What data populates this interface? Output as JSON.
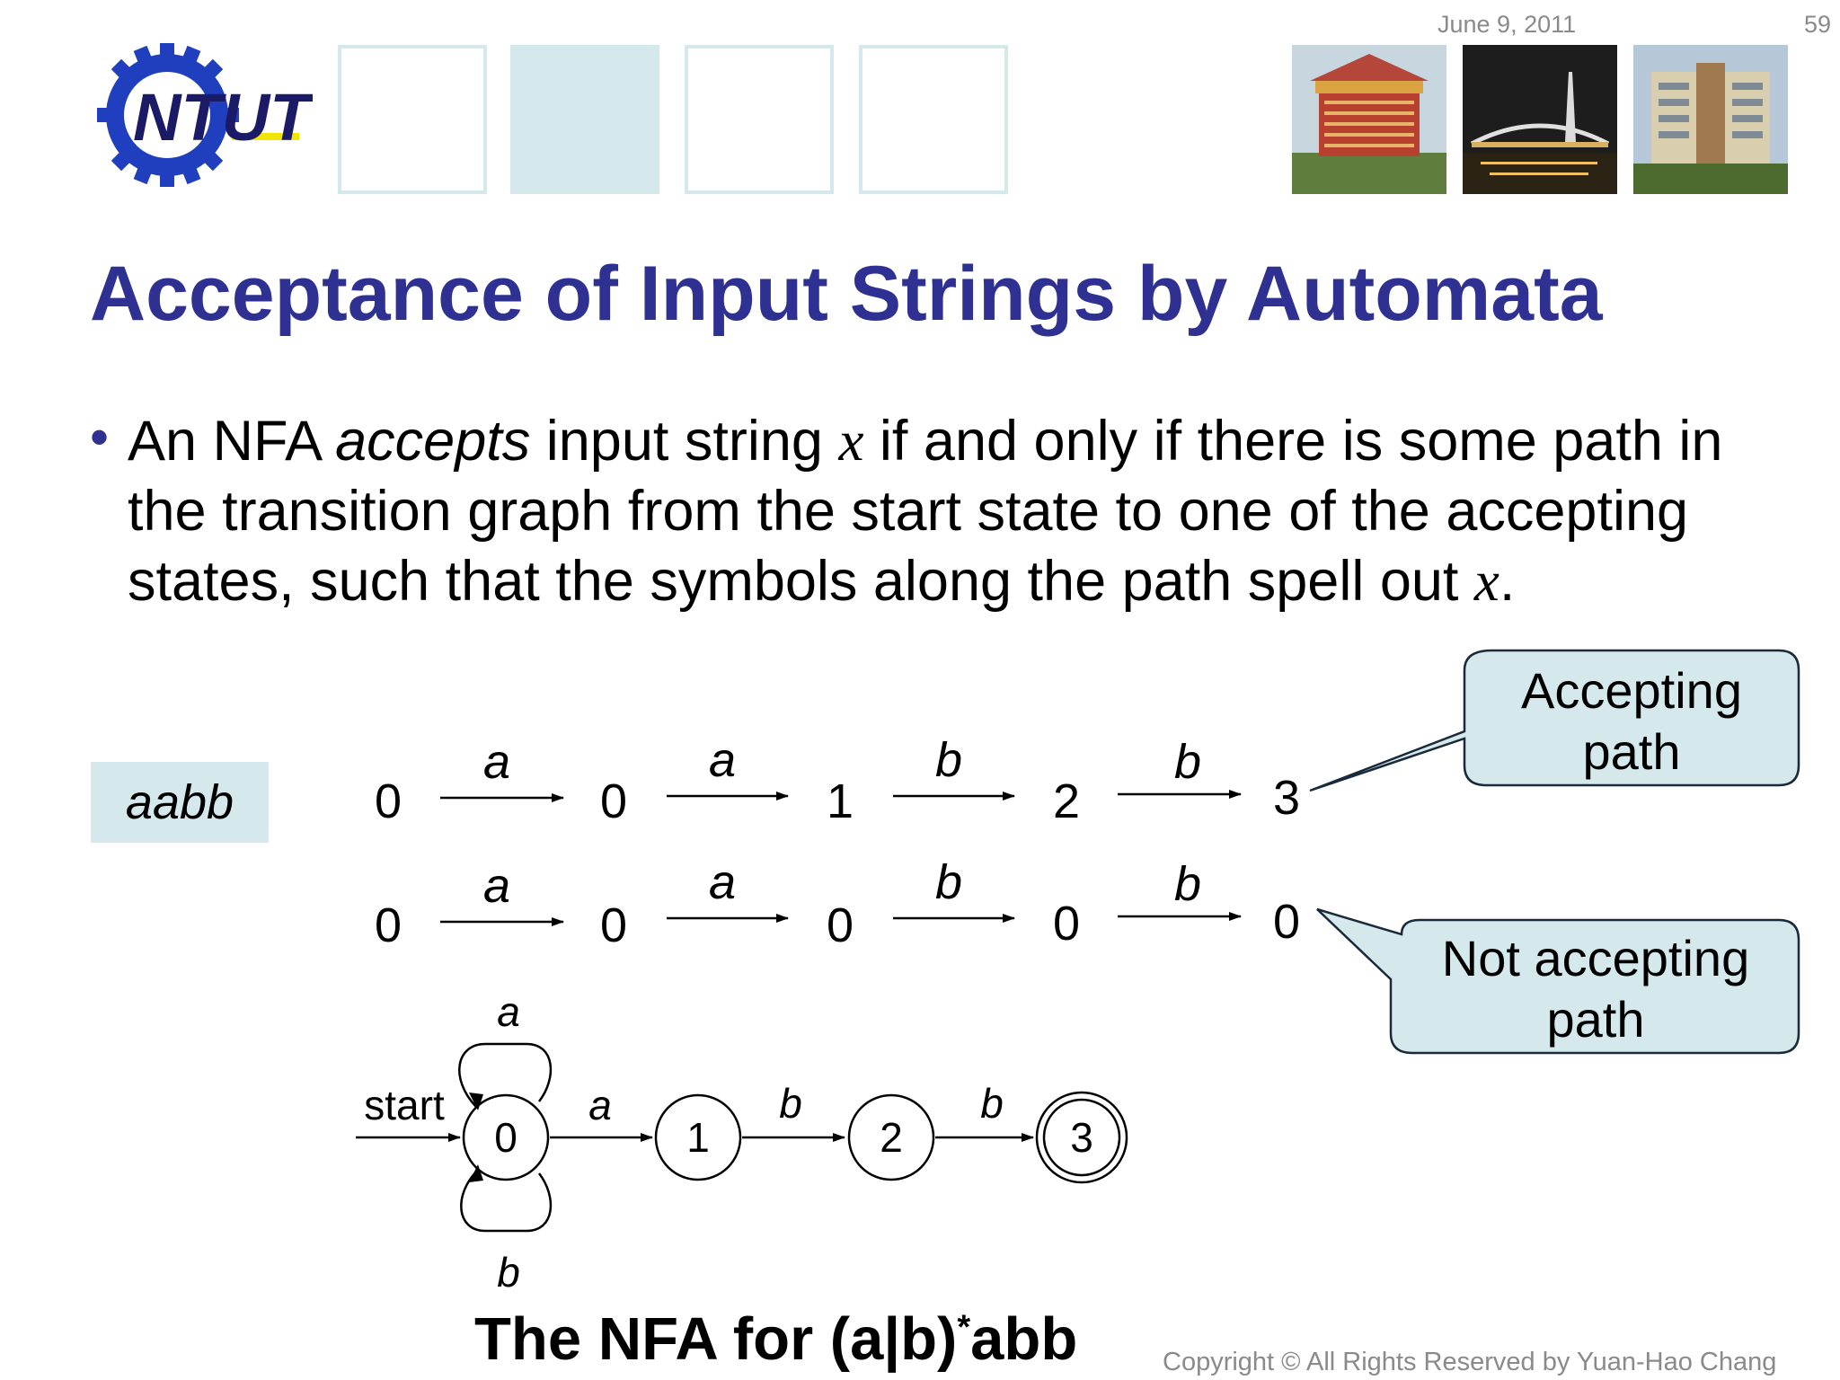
{
  "header": {
    "date": "June 9, 2011",
    "page_number": "59",
    "logo_text": "NTUT"
  },
  "slide": {
    "title": "Acceptance of Input Strings by Automata",
    "bullet": {
      "part1": "An NFA ",
      "accepts": "accepts",
      "part2": " input string ",
      "x1": "x",
      "part3": " if and only if there is some path in the transition graph from the start state to one of the accepting states, such that the symbols along the path spell out ",
      "x2": "x",
      "part4": "."
    },
    "input_string": "aabb",
    "paths": [
      {
        "states": [
          "0",
          "0",
          "1",
          "2",
          "3"
        ],
        "symbols": [
          "a",
          "a",
          "b",
          "b"
        ]
      },
      {
        "states": [
          "0",
          "0",
          "0",
          "0",
          "0"
        ],
        "symbols": [
          "a",
          "a",
          "b",
          "b"
        ]
      }
    ],
    "callouts": {
      "accepting": [
        "Accepting",
        "path"
      ],
      "not_accepting": [
        "Not accepting",
        "path"
      ]
    },
    "nfa": {
      "start_label": "start",
      "states": [
        "0",
        "1",
        "2",
        "3"
      ],
      "self_loop_top": "a",
      "self_loop_bottom": "b",
      "edges": [
        "a",
        "b",
        "b"
      ],
      "accepting_state": "3"
    },
    "caption": {
      "main": "The NFA for (a|b)",
      "star": "*",
      "tail": "abb"
    },
    "copyright": "Copyright © All Rights Reserved by Yuan-Hao Chang"
  },
  "colors": {
    "title": "#2e3192",
    "box_fill": "#d5e8ec",
    "gray_text": "#8a8a8a"
  }
}
